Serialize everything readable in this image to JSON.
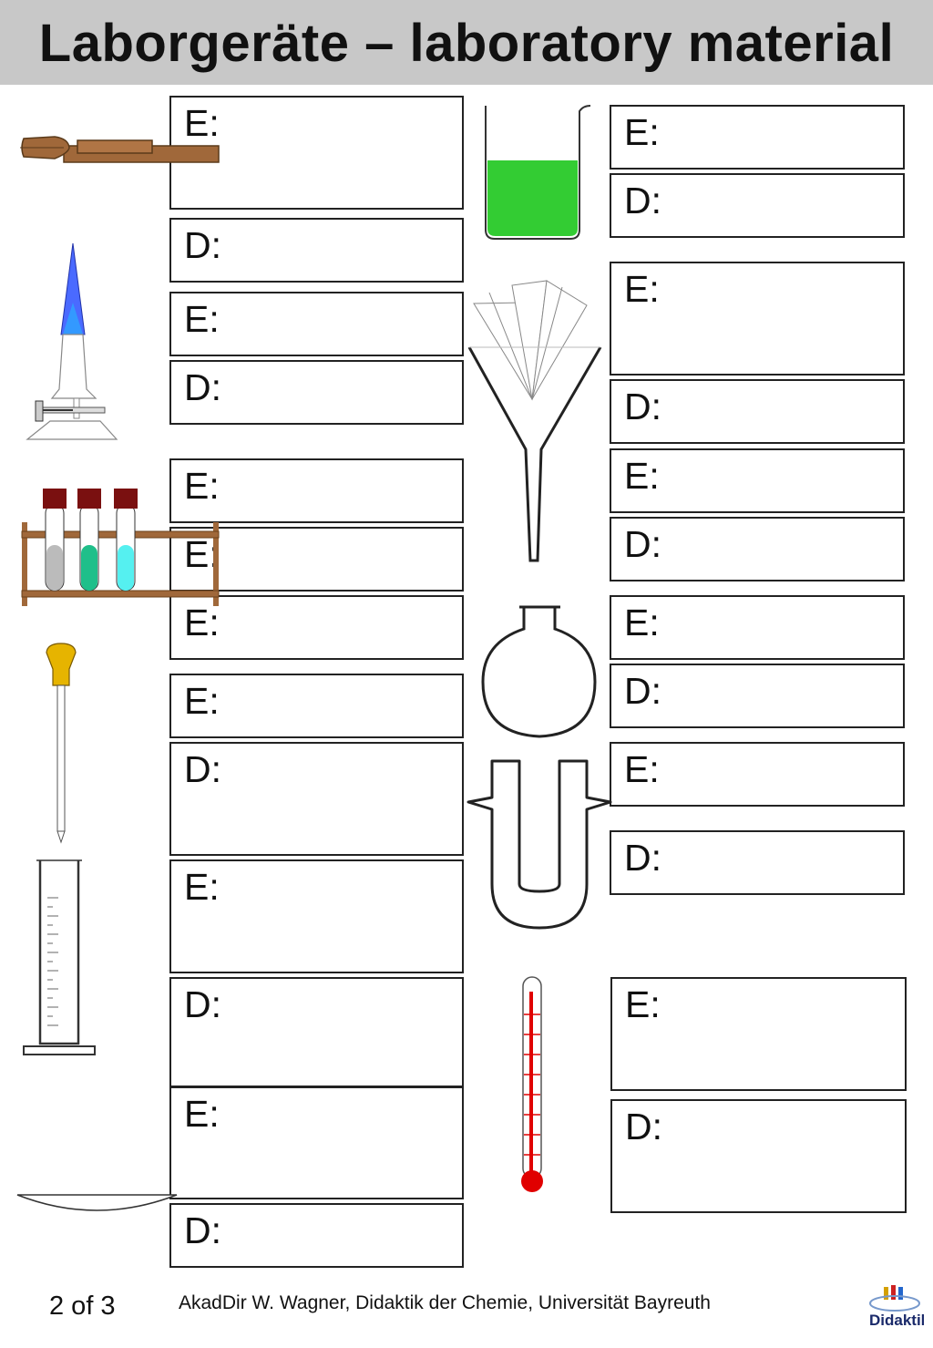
{
  "title": "Laborgeräte – laboratory material",
  "labels": {
    "b1": "E:",
    "b2": "D:",
    "b3": "E:",
    "b4": "D:",
    "b5": "E:",
    "b6": "E:",
    "b7": "E:",
    "b8": "E:",
    "b9": "D:",
    "b10": "E:",
    "b11": "D:",
    "b12": "E:",
    "b13": "D:",
    "r1": "E:",
    "r2": "D:",
    "r3": "E:",
    "r4": "D:",
    "r5": "E:",
    "r6": "D:",
    "r7": "E:",
    "r8": "D:",
    "r9": "E:",
    "r10": "D:",
    "r11": "E:",
    "r12": "D:"
  },
  "footer": {
    "page": "2 of 3",
    "credit": "AkadDir W. Wagner, Didaktik der Chemie, Universität Bayreuth",
    "logo_text": "Didaktik"
  },
  "colors": {
    "header_bg": "#c8c8c8",
    "liquid_green": "#33cc33",
    "flame_blue": "#3366ff",
    "wood": "#a0683a",
    "thermometer_red": "#e00000"
  }
}
